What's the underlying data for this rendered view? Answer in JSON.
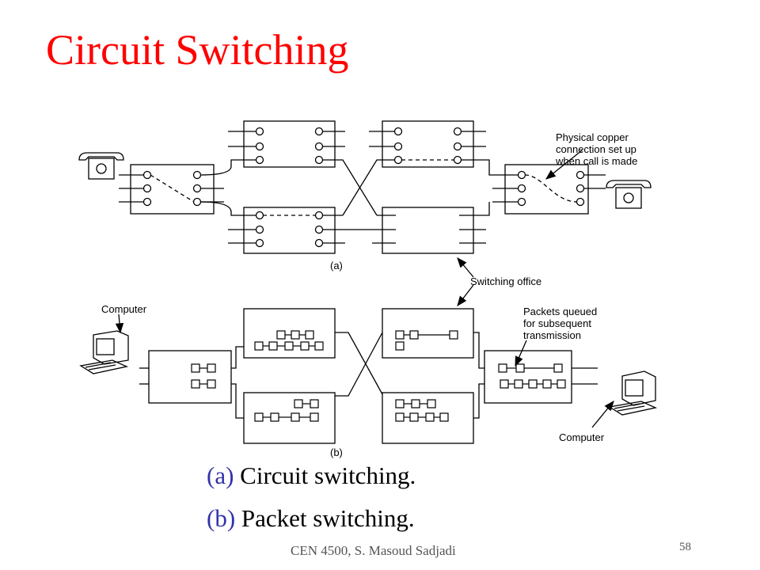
{
  "slide": {
    "title": "Circuit Switching",
    "footer": "CEN 4500, S. Masoud Sadjadi",
    "page_number": "58"
  },
  "diagram": {
    "label_a": "(a)",
    "label_b": "(b)",
    "callout_copper": [
      "Physical copper",
      "connection set up",
      "when call is made"
    ],
    "callout_office": "Switching office",
    "callout_packets": [
      "Packets queued",
      "for subsequent",
      "transmission"
    ],
    "computer_left": "Computer",
    "computer_right": "Computer"
  },
  "captions": [
    {
      "tag": "(a)",
      "text": " Circuit switching."
    },
    {
      "tag": "(b)",
      "text": " Packet switching."
    }
  ]
}
